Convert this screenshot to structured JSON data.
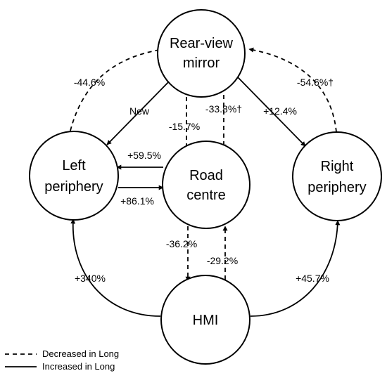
{
  "nodes": {
    "rear_view_mirror": [
      "Rear-view",
      "mirror"
    ],
    "left_periphery": [
      "Left",
      "periphery"
    ],
    "road_centre": [
      "Road",
      "centre"
    ],
    "right_periphery": [
      "Right",
      "periphery"
    ],
    "hmi": [
      "HMI"
    ]
  },
  "edges": {
    "left_to_mirror": "-44.6%",
    "mirror_to_left": "New",
    "mirror_to_right": "+12.4%",
    "right_to_mirror": "-54.6%†",
    "road_to_mirror": "-15.7%",
    "mirror_to_road": "-33.8%†",
    "road_to_left": "+59.5%",
    "left_to_road": "+86.1%",
    "road_to_hmi": "-36.2%",
    "hmi_to_road": "-29.2%",
    "hmi_to_left": "+340%",
    "hmi_to_right": "+45.7%"
  },
  "legend": {
    "dashed": "Decreased in Long",
    "solid": "Increased in Long"
  }
}
